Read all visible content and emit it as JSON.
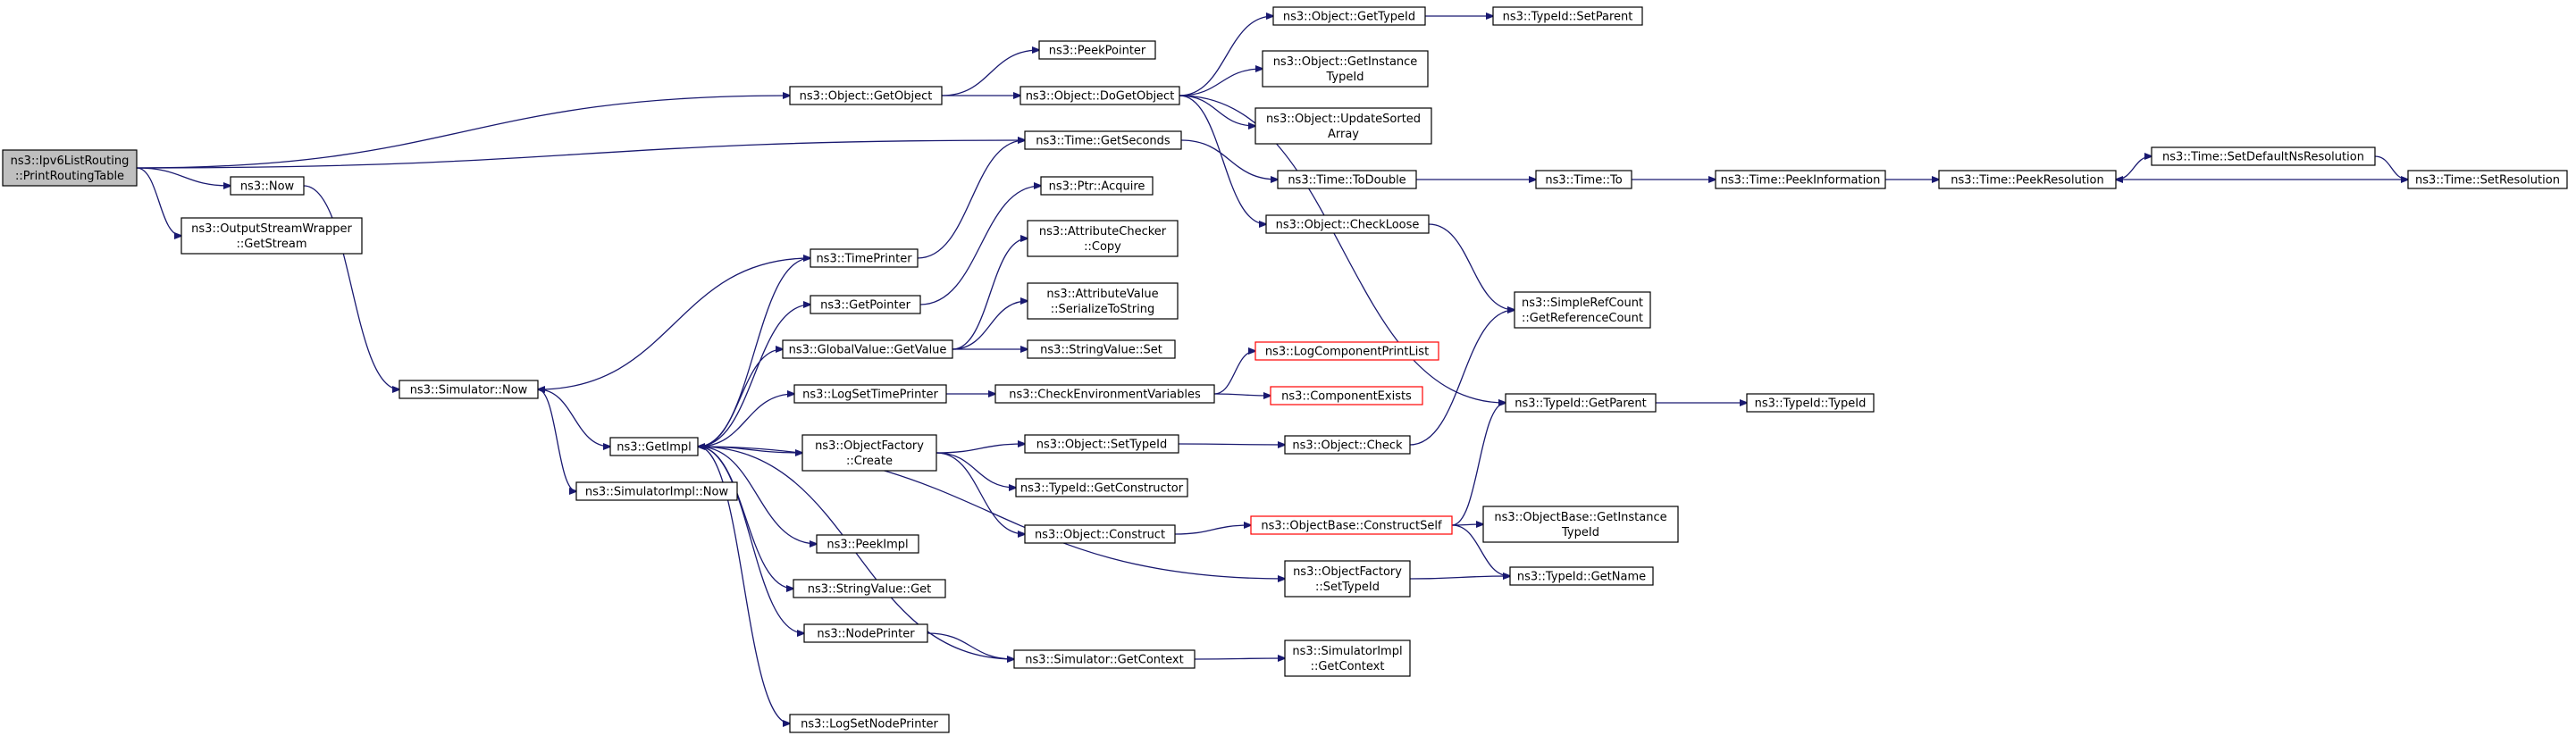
{
  "diagram": {
    "type": "call-graph",
    "colors": {
      "edge": "#191970",
      "root_fill": "#bfbfbf",
      "border": "#000000",
      "highlight_border": "#ff0000"
    },
    "nodes": [
      {
        "id": "n0",
        "lines": [
          "ns3::Ipv6ListRouting",
          "::PrintRoutingTable"
        ],
        "style": "root"
      },
      {
        "id": "n1",
        "lines": [
          "ns3::Now"
        ]
      },
      {
        "id": "n2",
        "lines": [
          "ns3::OutputStreamWrapper",
          "::GetStream"
        ]
      },
      {
        "id": "n3",
        "lines": [
          "ns3::Object::GetObject"
        ]
      },
      {
        "id": "n4",
        "lines": [
          "ns3::Time::GetSeconds"
        ]
      },
      {
        "id": "n5",
        "lines": [
          "ns3::Simulator::Now"
        ]
      },
      {
        "id": "n6",
        "lines": [
          "ns3::GetImpl"
        ]
      },
      {
        "id": "n7",
        "lines": [
          "ns3::SimulatorImpl::Now"
        ]
      },
      {
        "id": "n8",
        "lines": [
          "ns3::TimePrinter"
        ]
      },
      {
        "id": "n9",
        "lines": [
          "ns3::GetPointer"
        ]
      },
      {
        "id": "n10",
        "lines": [
          "ns3::GlobalValue::GetValue"
        ]
      },
      {
        "id": "n11",
        "lines": [
          "ns3::LogSetTimePrinter"
        ]
      },
      {
        "id": "n12",
        "lines": [
          "ns3::ObjectFactory",
          "::Create"
        ]
      },
      {
        "id": "n13",
        "lines": [
          "ns3::PeekImpl"
        ]
      },
      {
        "id": "n14",
        "lines": [
          "ns3::StringValue::Get"
        ]
      },
      {
        "id": "n15",
        "lines": [
          "ns3::NodePrinter"
        ]
      },
      {
        "id": "n16",
        "lines": [
          "ns3::LogSetNodePrinter"
        ]
      },
      {
        "id": "n17",
        "lines": [
          "ns3::PeekPointer"
        ]
      },
      {
        "id": "n18",
        "lines": [
          "ns3::Object::DoGetObject"
        ]
      },
      {
        "id": "n19",
        "lines": [
          "ns3::Ptr::Acquire"
        ]
      },
      {
        "id": "n20",
        "lines": [
          "ns3::AttributeChecker",
          "::Copy"
        ]
      },
      {
        "id": "n21",
        "lines": [
          "ns3::AttributeValue",
          "::SerializeToString"
        ]
      },
      {
        "id": "n22",
        "lines": [
          "ns3::StringValue::Set"
        ]
      },
      {
        "id": "n23",
        "lines": [
          "ns3::CheckEnvironmentVariables"
        ]
      },
      {
        "id": "n24",
        "lines": [
          "ns3::Object::SetTypeId"
        ]
      },
      {
        "id": "n25",
        "lines": [
          "ns3::TypeId::GetConstructor"
        ]
      },
      {
        "id": "n26",
        "lines": [
          "ns3::Object::Construct"
        ]
      },
      {
        "id": "n27",
        "lines": [
          "ns3::Simulator::GetContext"
        ]
      },
      {
        "id": "n28",
        "lines": [
          "ns3::Object::GetTypeId"
        ]
      },
      {
        "id": "n29",
        "lines": [
          "ns3::Object::GetInstance",
          "TypeId"
        ]
      },
      {
        "id": "n30",
        "lines": [
          "ns3::Object::UpdateSorted",
          "Array"
        ]
      },
      {
        "id": "n31",
        "lines": [
          "ns3::Time::ToDouble"
        ]
      },
      {
        "id": "n32",
        "lines": [
          "ns3::Object::CheckLoose"
        ]
      },
      {
        "id": "n33",
        "lines": [
          "ns3::LogComponentPrintList"
        ],
        "style": "red"
      },
      {
        "id": "n34",
        "lines": [
          "ns3::ComponentExists"
        ],
        "style": "red"
      },
      {
        "id": "n35",
        "lines": [
          "ns3::Object::Check"
        ]
      },
      {
        "id": "n36",
        "lines": [
          "ns3::ObjectBase::ConstructSelf"
        ],
        "style": "red"
      },
      {
        "id": "n37",
        "lines": [
          "ns3::ObjectFactory",
          "::SetTypeId"
        ]
      },
      {
        "id": "n38",
        "lines": [
          "ns3::SimulatorImpl",
          "::GetContext"
        ]
      },
      {
        "id": "n39",
        "lines": [
          "ns3::TypeId::SetParent"
        ]
      },
      {
        "id": "n40",
        "lines": [
          "ns3::Time::To"
        ]
      },
      {
        "id": "n41",
        "lines": [
          "ns3::SimpleRefCount",
          "::GetReferenceCount"
        ]
      },
      {
        "id": "n42",
        "lines": [
          "ns3::TypeId::GetParent"
        ]
      },
      {
        "id": "n43",
        "lines": [
          "ns3::ObjectBase::GetInstance",
          "TypeId"
        ]
      },
      {
        "id": "n44",
        "lines": [
          "ns3::TypeId::GetName"
        ]
      },
      {
        "id": "n45",
        "lines": [
          "ns3::Time::PeekInformation"
        ]
      },
      {
        "id": "n46",
        "lines": [
          "ns3::Time::PeekResolution"
        ]
      },
      {
        "id": "n47",
        "lines": [
          "ns3::TypeId::TypeId"
        ]
      },
      {
        "id": "n48",
        "lines": [
          "ns3::Time::SetDefaultNsResolution"
        ]
      },
      {
        "id": "n49",
        "lines": [
          "ns3::Time::SetResolution"
        ]
      }
    ],
    "edges": [
      [
        "n0",
        "n1"
      ],
      [
        "n0",
        "n2"
      ],
      [
        "n0",
        "n3"
      ],
      [
        "n0",
        "n4"
      ],
      [
        "n1",
        "n5"
      ],
      [
        "n3",
        "n17"
      ],
      [
        "n3",
        "n18"
      ],
      [
        "n4",
        "n31"
      ],
      [
        "n5",
        "n6"
      ],
      [
        "n5",
        "n7"
      ],
      [
        "n6",
        "n8"
      ],
      [
        "n6",
        "n9"
      ],
      [
        "n6",
        "n10"
      ],
      [
        "n6",
        "n11"
      ],
      [
        "n6",
        "n12"
      ],
      [
        "n6",
        "n13"
      ],
      [
        "n6",
        "n14"
      ],
      [
        "n6",
        "n15"
      ],
      [
        "n6",
        "n16"
      ],
      [
        "n6",
        "n37"
      ],
      [
        "n8",
        "n4"
      ],
      [
        "n8",
        "n5"
      ],
      [
        "n9",
        "n19"
      ],
      [
        "n10",
        "n20"
      ],
      [
        "n10",
        "n21"
      ],
      [
        "n10",
        "n22"
      ],
      [
        "n11",
        "n23"
      ],
      [
        "n12",
        "n24"
      ],
      [
        "n12",
        "n25"
      ],
      [
        "n12",
        "n26"
      ],
      [
        "n15",
        "n27"
      ],
      [
        "n27",
        "n6"
      ],
      [
        "n27",
        "n38"
      ],
      [
        "n18",
        "n28"
      ],
      [
        "n18",
        "n29"
      ],
      [
        "n18",
        "n30"
      ],
      [
        "n18",
        "n32"
      ],
      [
        "n18",
        "n42"
      ],
      [
        "n28",
        "n39"
      ],
      [
        "n31",
        "n40"
      ],
      [
        "n40",
        "n45"
      ],
      [
        "n45",
        "n46"
      ],
      [
        "n46",
        "n48"
      ],
      [
        "n48",
        "n49"
      ],
      [
        "n49",
        "n46"
      ],
      [
        "n32",
        "n41"
      ],
      [
        "n23",
        "n33"
      ],
      [
        "n23",
        "n34"
      ],
      [
        "n24",
        "n35"
      ],
      [
        "n35",
        "n41"
      ],
      [
        "n26",
        "n36"
      ],
      [
        "n36",
        "n42"
      ],
      [
        "n36",
        "n43"
      ],
      [
        "n36",
        "n44"
      ],
      [
        "n37",
        "n44"
      ],
      [
        "n42",
        "n47"
      ]
    ]
  }
}
